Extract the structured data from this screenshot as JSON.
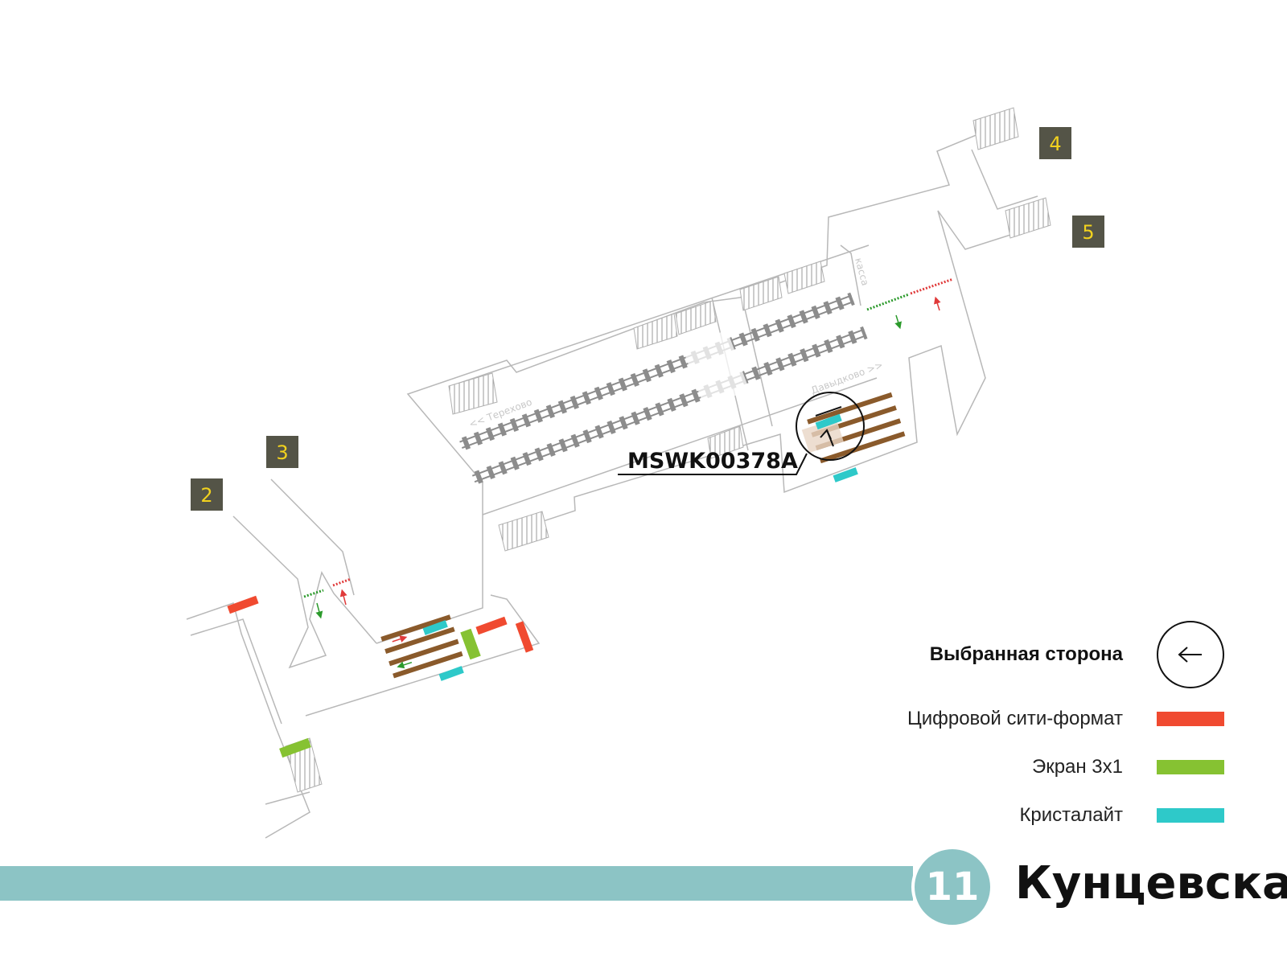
{
  "colors": {
    "digital_city_format": "#f04a30",
    "screen_3x1": "#86c232",
    "crystalight": "#2ec9c9",
    "line_color": "#8cc4c5",
    "exit_box": "#545447",
    "exit_text": "#f2d21e",
    "escalator": "#8a5a2b"
  },
  "map": {
    "exits": [
      {
        "label": "2"
      },
      {
        "label": "3"
      },
      {
        "label": "4"
      },
      {
        "label": "5"
      }
    ],
    "platform_labels": {
      "left_direction": "<< Терехово",
      "right_direction": "Давыдково >>",
      "ticket_office": "касса"
    },
    "selected_item": {
      "code": "MSWK00378A",
      "direction_icon": "arrow-up-icon"
    }
  },
  "legend": {
    "title": "Выбранная сторона",
    "title_icon": "arrow-left-icon",
    "items": [
      {
        "label": "Цифровой сити-формат",
        "color": "#f04a30"
      },
      {
        "label": "Экран 3х1",
        "color": "#86c232"
      },
      {
        "label": "Кристалайт",
        "color": "#2ec9c9"
      }
    ]
  },
  "station": {
    "line_number": "11",
    "name": "Кунцевская"
  }
}
